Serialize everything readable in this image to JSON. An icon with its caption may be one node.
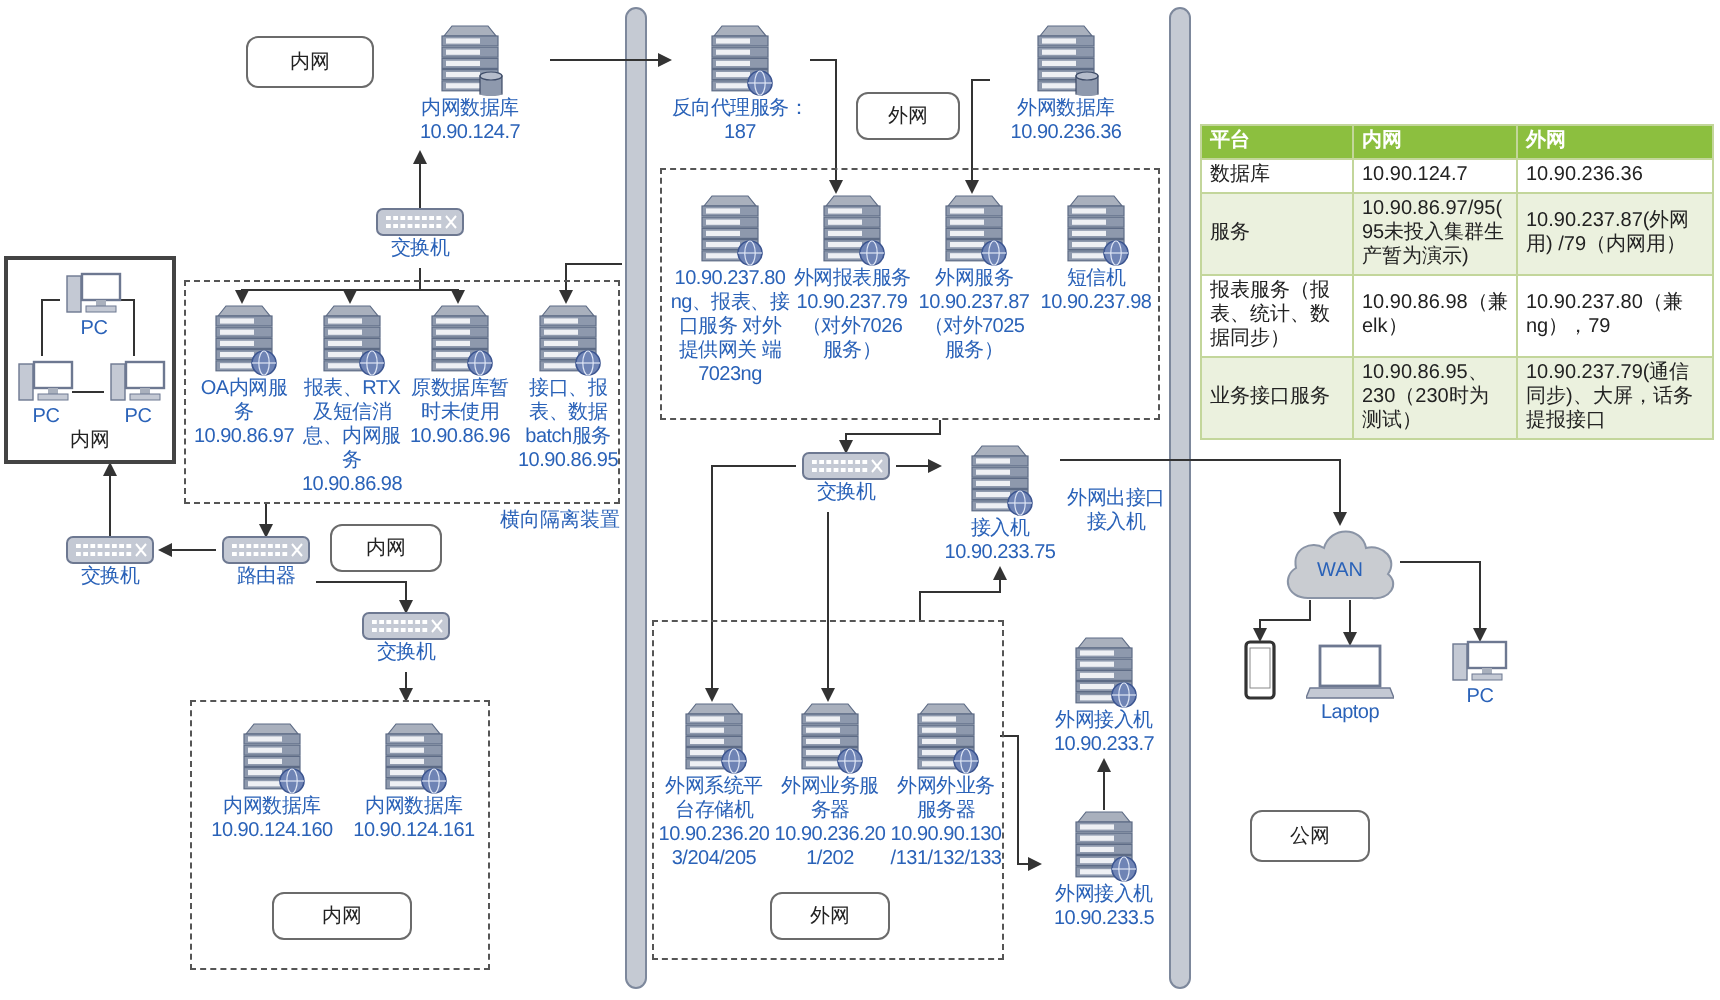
{
  "diagram": {
    "nodes": [
      {
        "text": [
          "内网"
        ]
      },
      {
        "text": [
          "内网数据库 10.90.124.7"
        ]
      },
      {
        "text": [
          "交换机"
        ]
      },
      {
        "text": [],
        "shape": "box"
      },
      {
        "text": [
          "OA内网服务 10.90.86.97"
        ],
        "in": 3
      },
      {
        "text": [
          "报表、RTX及短信消息、内网服务 10.90.86.98"
        ],
        "in": 3
      },
      {
        "text": [
          "原数据库暂时未使用 10.90.86.96"
        ],
        "in": 3
      },
      {
        "text": [
          "接口、报表、数据batch服务 10.90.86.95"
        ],
        "in": 3
      },
      {
        "text": [
          "内网"
        ]
      },
      {
        "text": [
          "PC"
        ],
        "in": 8
      },
      {
        "text": [
          "PC"
        ],
        "in": 8
      },
      {
        "text": [
          "PC"
        ],
        "in": 8
      },
      {
        "text": [
          "内网"
        ]
      },
      {
        "text": [
          "交换机"
        ]
      },
      {
        "text": [
          "路由器"
        ]
      },
      {
        "text": [
          "交换机"
        ]
      },
      {
        "text": [],
        "shape": "box"
      },
      {
        "text": [
          "内网数据库 10.90.124.160"
        ],
        "in": 16
      },
      {
        "text": [
          "内网数据库 10.90.124.161"
        ],
        "in": 16
      },
      {
        "text": [
          "内网"
        ],
        "in": 16
      },
      {
        "text": [
          "外网"
        ]
      },
      {
        "text": [
          "反向代理服务：187"
        ]
      },
      {
        "text": [
          "外网数据库 10.90.236.36"
        ]
      },
      {
        "text": [],
        "shape": "box"
      },
      {
        "text": [
          "10.90.237.80 ng、报表、接口服务 对外提供网关 端7023ng"
        ],
        "in": 23
      },
      {
        "text": [
          "外网报表服务 10.90.237.79 （对外7026服务）"
        ],
        "in": 23
      },
      {
        "text": [
          "外网服务 10.90.237.87 （对外7025服务）"
        ],
        "in": 23
      },
      {
        "text": [
          "短信机 10.90.237.98"
        ],
        "in": 23
      },
      {
        "text": [
          "交换机"
        ]
      },
      {
        "text": [
          "接入机 10.90.233.75"
        ],
        "beside": [
          "外网出接口接入机"
        ]
      },
      {
        "text": [],
        "shape": "box"
      },
      {
        "text": [
          "外网系统平台存储机 10.90.236.203/204/205"
        ],
        "in": 30
      },
      {
        "text": [
          "外网业务服务器 10.90.236.201/202"
        ],
        "in": 30
      },
      {
        "text": [
          "外网外业务服务器 10.90.90.130/131/132/133"
        ],
        "in": 30
      },
      {
        "text": [
          "外网"
        ],
        "in": 30
      },
      {
        "text": [
          "外网接入机 10.90.233.7"
        ]
      },
      {
        "text": [
          "外网接入机 10.90.233.5"
        ]
      },
      {
        "text": [
          "WAN"
        ]
      },
      {
        "text": [],
        "shape": "phone"
      },
      {
        "text": [
          "Laptop"
        ]
      },
      {
        "text": [
          "PC"
        ]
      },
      {
        "text": [
          "公网"
        ]
      }
    ],
    "edges": [
      {
        "from": 1,
        "to": 21,
        "arrow": "to"
      },
      {
        "from": 21,
        "to": 25,
        "arrow": "to"
      },
      {
        "from": 22,
        "to": 26,
        "arrow": "to"
      },
      {
        "from": 23,
        "to": 28,
        "arrow": "to"
      },
      {
        "from": 28,
        "to": 29,
        "arrow": "to"
      },
      {
        "from": 28,
        "to": 31,
        "arrow": "to"
      },
      {
        "from": 28,
        "to": 32,
        "arrow": "to"
      },
      {
        "from": 30,
        "to": 29,
        "arrow": "to"
      },
      {
        "from": 29,
        "to": 37,
        "arrow": "to"
      },
      {
        "from": 37,
        "to": 38,
        "arrow": "to"
      },
      {
        "from": 37,
        "to": 39,
        "arrow": "to"
      },
      {
        "from": 37,
        "to": 40,
        "arrow": "to"
      },
      {
        "from": 33,
        "to": 36,
        "arrow": "to"
      },
      {
        "from": 36,
        "to": 35,
        "arrow": "to"
      },
      {
        "from": 2,
        "to": 1,
        "arrow": "to"
      },
      {
        "from": 2,
        "to": 4,
        "arrow": "to"
      },
      {
        "from": 2,
        "to": 5,
        "arrow": "to"
      },
      {
        "from": 2,
        "to": 6,
        "arrow": "to"
      },
      {
        "from": null,
        "to": 7,
        "arrow": "to"
      },
      {
        "from": 3,
        "to": 14,
        "arrow": "to"
      },
      {
        "from": 14,
        "to": 13,
        "arrow": "to"
      },
      {
        "from": 13,
        "to": 8,
        "arrow": "to"
      },
      {
        "from": 14,
        "to": 15,
        "arrow": "to"
      },
      {
        "from": 15,
        "to": 16,
        "arrow": "to"
      },
      {
        "from": 9,
        "to": 10,
        "arrow": "none"
      },
      {
        "from": 9,
        "to": 11,
        "arrow": "none"
      },
      {
        "from": 10,
        "to": 11,
        "arrow": "none"
      }
    ],
    "labels": [
      "横向隔离装置",
      "平台",
      "内网",
      "外网",
      "数据库",
      "10.90.124.7",
      "10.90.236.36",
      "服务",
      "10.90.86.97/95(95未投入集群生产暂为演示)",
      "10.90.237.87(外网用) /79（内网用）",
      "报表服务（报表、统计、数据同步）",
      "10.90.86.98（兼elk）",
      "10.90.237.80（兼ng），79",
      "业务接口服务",
      "10.90.86.95、230（230时为测试）",
      "10.90.237.79(通信同步)、大屏，话务提报接口"
    ]
  }
}
